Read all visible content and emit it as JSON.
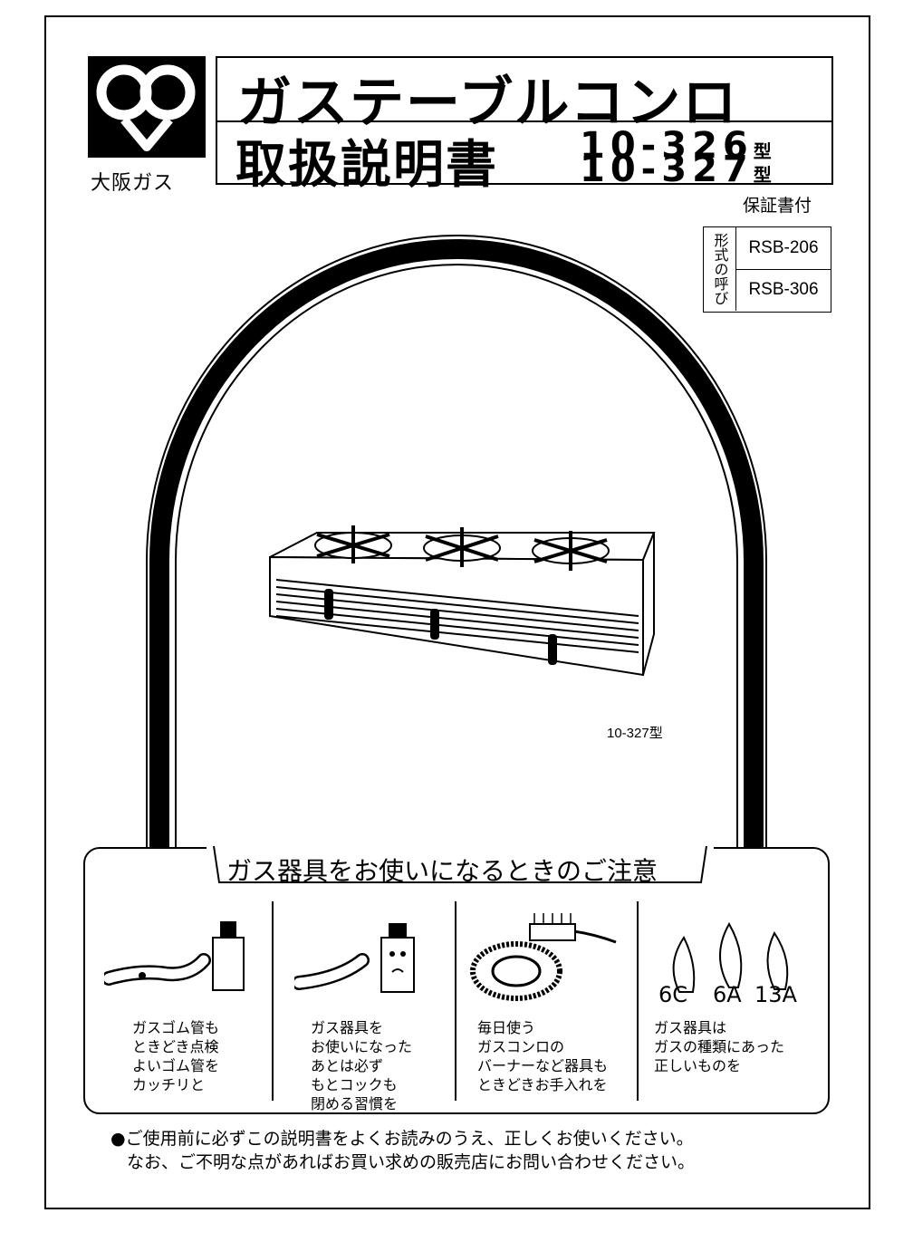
{
  "brand": {
    "logo_text": "大阪ガス"
  },
  "header": {
    "title_line1": "ガステーブルコンロ",
    "title_line2": "取扱説明書",
    "model_1": "10-326",
    "model_2": "10-327",
    "model_suffix": "型",
    "warranty": "保証書付"
  },
  "type_table": {
    "label": "形式の呼び",
    "rows": [
      "RSB-206",
      "RSB-306"
    ]
  },
  "illustration": {
    "caption": "10-327型"
  },
  "notice": {
    "title": "ガス器具をお使いになるときのご注意",
    "tips": [
      "ガスゴム管も\nときどき点検\nよいゴム管を\nカッチリと",
      "ガス器具を\nお使いになった\nあとは必ず\nもとコックも\n閉める習慣を",
      "毎日使う\nガスコンロの\nバーナーなど器具も\nときどきお手入れを",
      "ガス器具は\nガスの種類にあった\n正しいものを"
    ],
    "gas_types": [
      "6C",
      "6A",
      "13A"
    ]
  },
  "footer": {
    "line1": "●ご使用前に必ずこの説明書をよくお読みのうえ、正しくお使いください。",
    "line2": "なお、ご不明な点があればお買い求めの販売店にお問い合わせください。"
  }
}
